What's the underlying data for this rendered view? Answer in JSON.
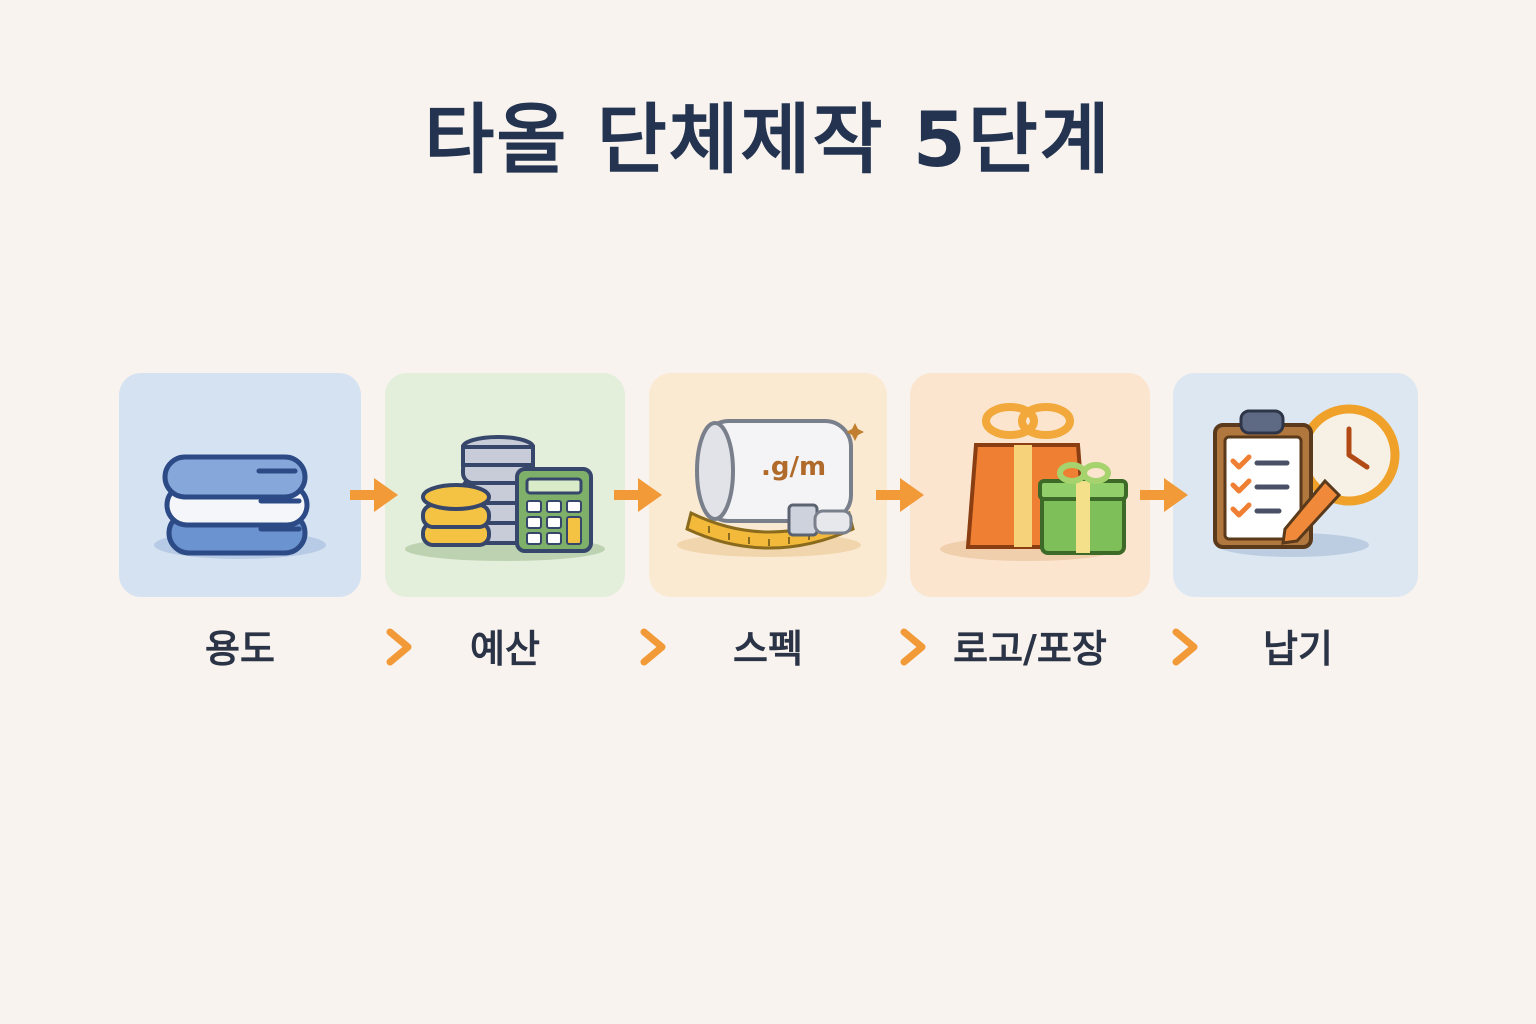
{
  "title": "타올 단체제작 5단계",
  "steps": [
    {
      "label": "용도",
      "icon": "folded-towels-icon",
      "bg": "#d5e2f2"
    },
    {
      "label": "예산",
      "icon": "coins-calculator-icon",
      "bg": "#e3eedb"
    },
    {
      "label": "스펙",
      "icon": "towel-tape-measure-icon",
      "bg": "#fbead2",
      "icon_text": ".g/m"
    },
    {
      "label": "로고/포장",
      "icon": "gift-box-icon",
      "bg": "#fbe5cf"
    },
    {
      "label": "납기",
      "icon": "clipboard-clock-icon",
      "bg": "#dce7f2"
    }
  ],
  "colors": {
    "title": "#243450",
    "accent_arrow": "#f29a38",
    "label": "#2b3446",
    "background": "#f8f3ee"
  }
}
